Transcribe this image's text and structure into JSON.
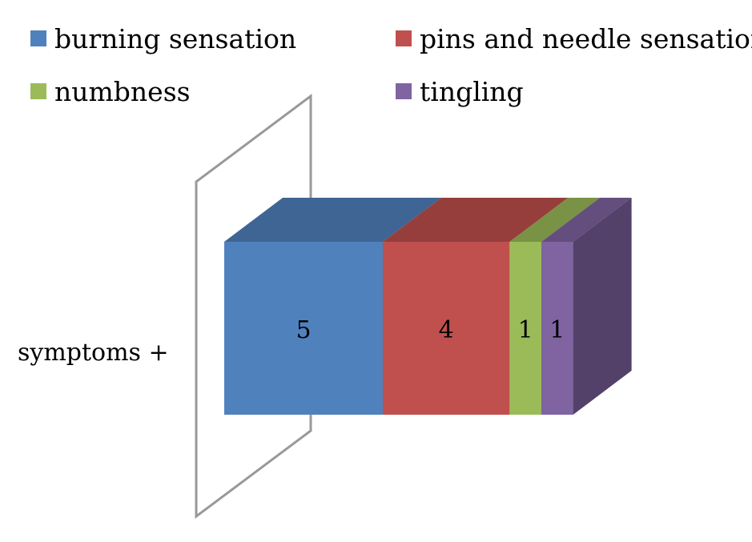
{
  "chart_data": {
    "type": "bar",
    "orientation": "horizontal",
    "stacked": true,
    "three_d": true,
    "categories": [
      "symptoms +"
    ],
    "series": [
      {
        "name": "burning sensation",
        "values": [
          5
        ],
        "color": "#4F81BD"
      },
      {
        "name": "pins and needle sensation",
        "values": [
          4
        ],
        "color": "#C0504D"
      },
      {
        "name": "numbness",
        "values": [
          1
        ],
        "color": "#9BBB59"
      },
      {
        "name": "tingling",
        "values": [
          1
        ],
        "color": "#8064A2"
      }
    ],
    "data_labels": true,
    "legend_position": "top",
    "grid": false
  }
}
